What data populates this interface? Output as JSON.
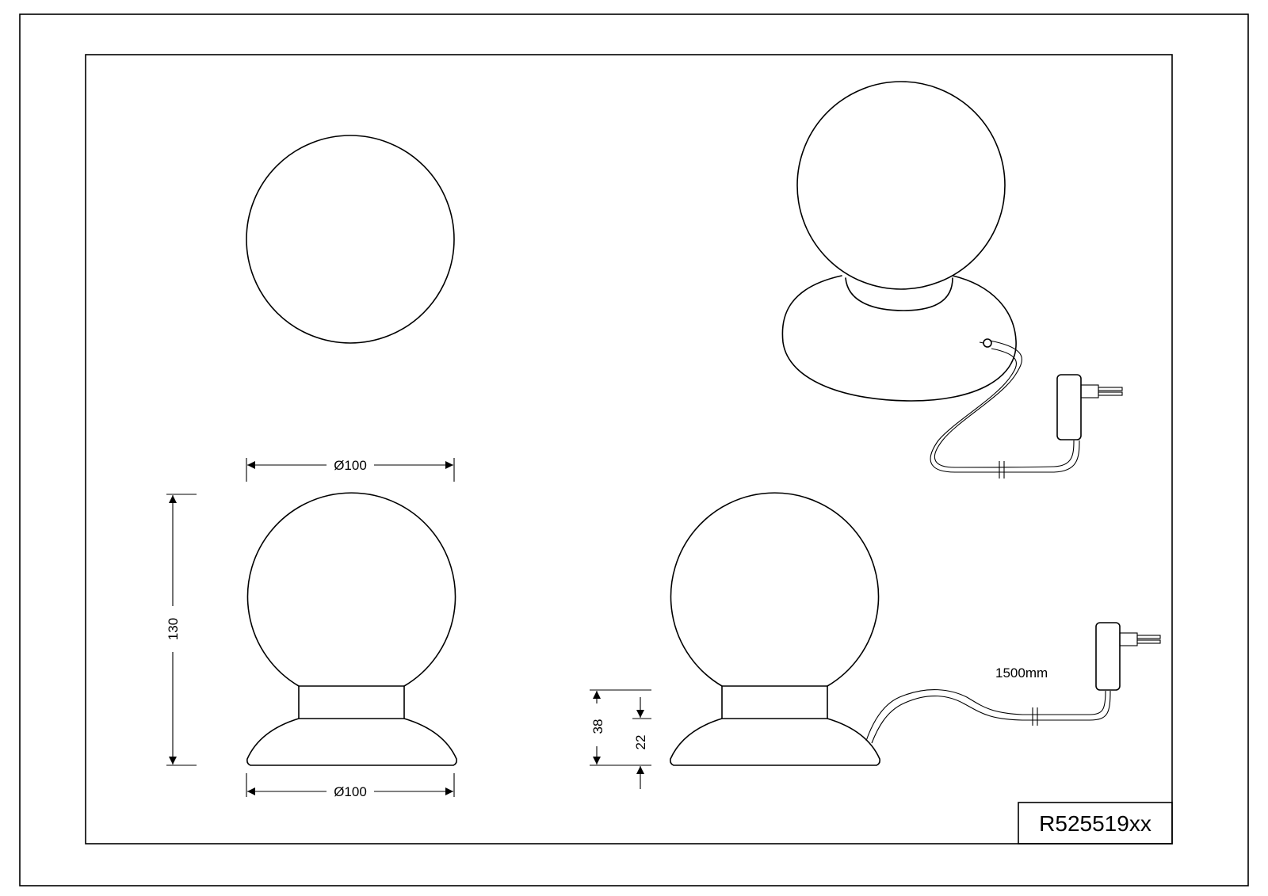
{
  "title_block": {
    "code": "R525519xx"
  },
  "dimensions": {
    "top_diameter": "Ø100",
    "height": "130",
    "bottom_diameter": "Ø100",
    "base_height": "38",
    "base_lower_height": "22",
    "cable_length": "1500mm"
  }
}
